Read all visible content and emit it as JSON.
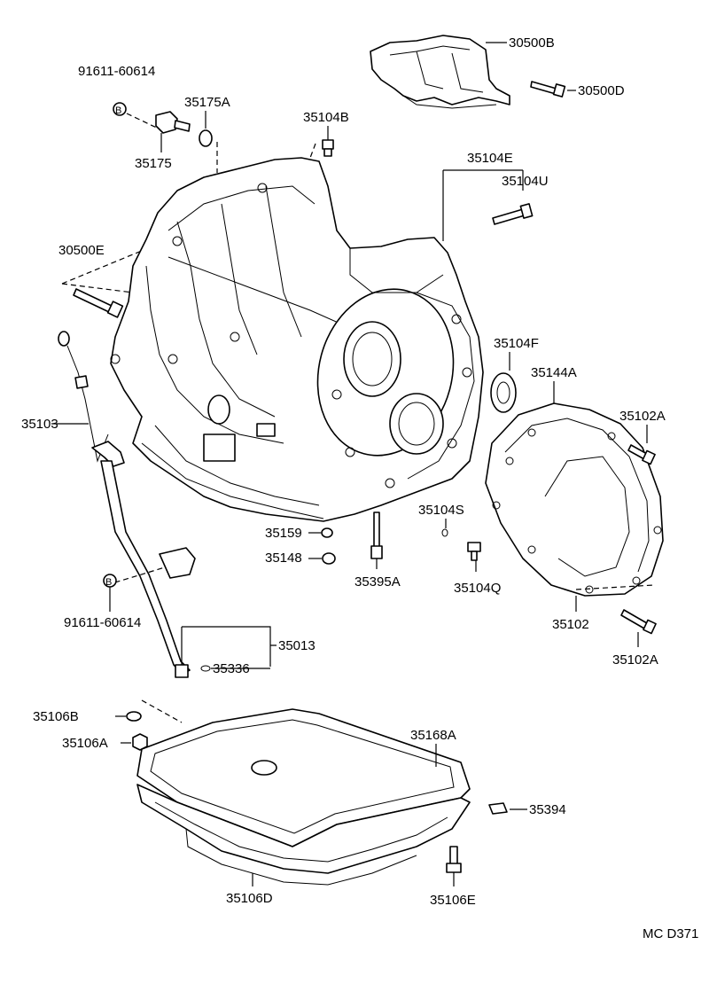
{
  "diagram": {
    "code": "MC D371",
    "bolt_marker": "B",
    "labels": {
      "p30500B": "30500B",
      "p30500D": "30500D",
      "p91611_top": "91611-60614",
      "p35175A": "35175A",
      "p35175": "35175",
      "p35104B": "35104B",
      "p35104E": "35104E",
      "p35104U": "35104U",
      "p30500E": "30500E",
      "p35104F": "35104F",
      "p35144A": "35144A",
      "p35102A_top": "35102A",
      "p35103": "35103",
      "p35104S": "35104S",
      "p35159": "35159",
      "p35148": "35148",
      "p35395A": "35395A",
      "p35104Q": "35104Q",
      "p35102": "35102",
      "p35102A_bot": "35102A",
      "p91611_bot": "91611-60614",
      "p35013": "35013",
      "p35336": "35336",
      "p35106B": "35106B",
      "p35106A": "35106A",
      "p35168A": "35168A",
      "p35394": "35394",
      "p35106D": "35106D",
      "p35106E": "35106E"
    }
  }
}
